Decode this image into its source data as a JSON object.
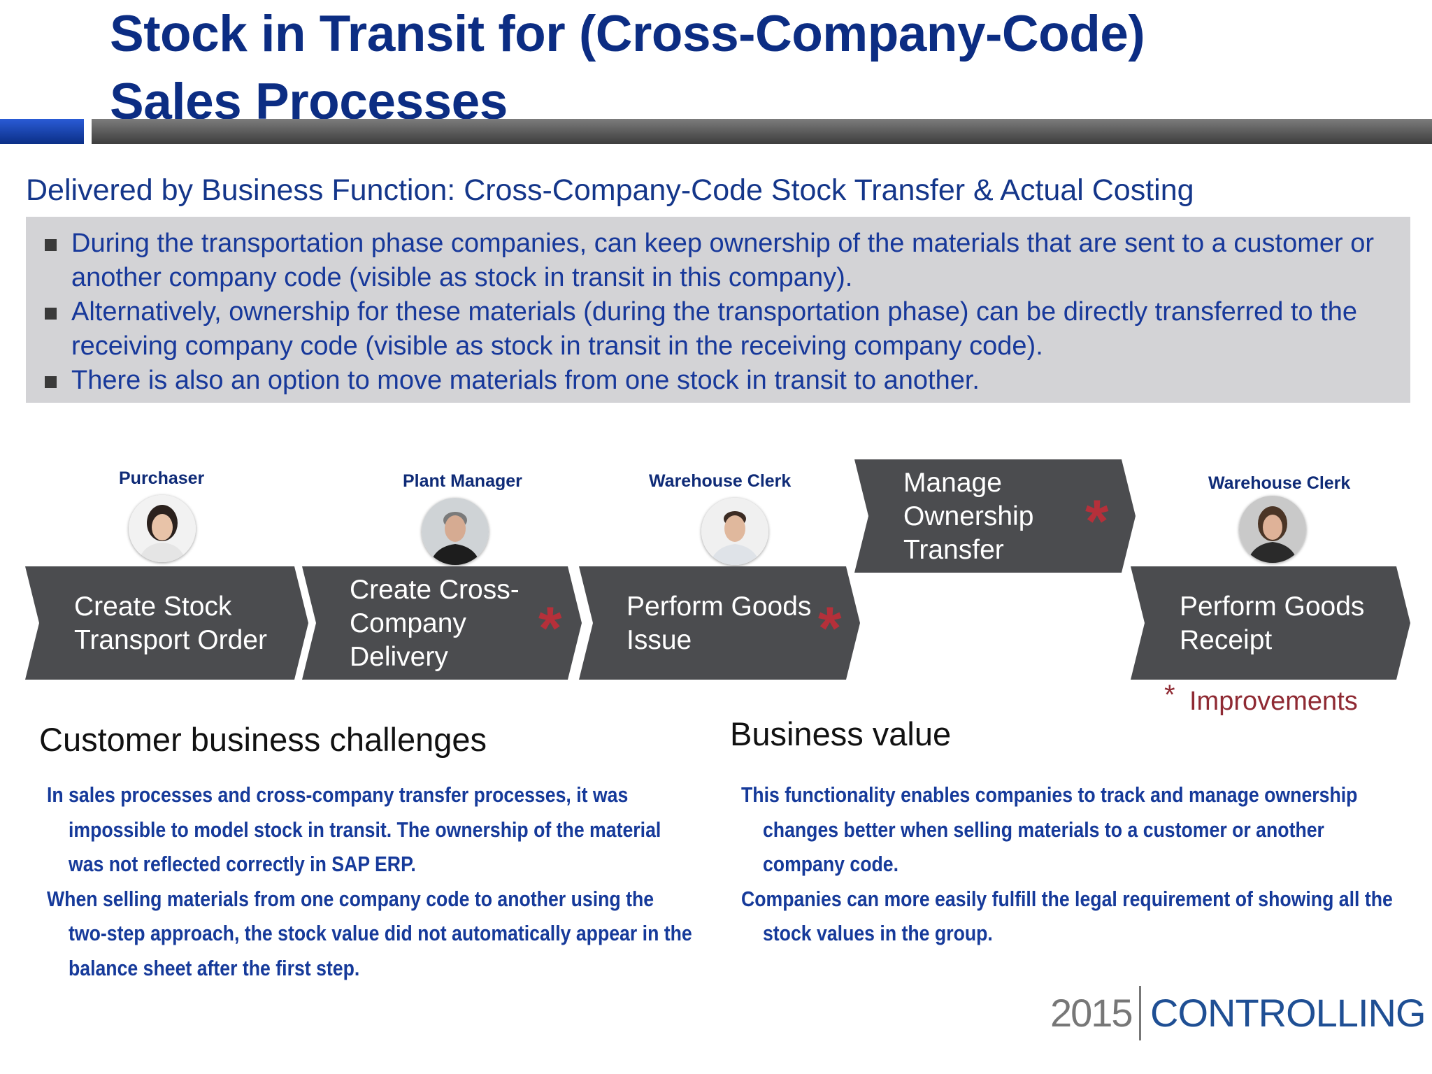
{
  "title": "Stock in Transit  for (Cross-Company-Code) Sales Processes",
  "subtitle": "Delivered by Business Function: Cross-Company-Code Stock Transfer & Actual Costing",
  "bullets": [
    "During the transportation phase companies, can keep ownership of the materials that are sent to a customer or another company code (visible as stock in transit in this company).",
    "Alternatively, ownership for these materials (during the transportation phase) can be directly transferred to the receiving company code (visible as stock in transit in the receiving company code).",
    "There is also an option to move materials from one stock in transit to another."
  ],
  "roles": [
    "Purchaser",
    "Plant Manager",
    "Warehouse Clerk",
    "Warehouse Clerk"
  ],
  "steps": {
    "create_sto": [
      "Create Stock",
      "Transport Order"
    ],
    "create_delivery": [
      "Create Cross-",
      "Company",
      "Delivery"
    ],
    "goods_issue": [
      "Perform Goods",
      "Issue"
    ],
    "ownership": [
      "Manage",
      "Ownership",
      "Transfer"
    ],
    "goods_receipt": [
      "Perform Goods",
      "Receipt"
    ]
  },
  "star": "*",
  "improvements": "Improvements",
  "challenges": {
    "heading": "Customer business challenges",
    "items": [
      "In sales processes and cross-company transfer processes, it was impossible to model stock in transit. The ownership of the material was not reflected correctly in SAP ERP.",
      "When selling materials from one company code to another using the two-step approach, the stock value did not automatically appear in the balance sheet after the first step."
    ]
  },
  "value": {
    "heading": "Business value",
    "items": [
      "This functionality enables companies to track and manage ownership changes better when selling materials to a customer or another company code.",
      "Companies can more easily fulfill the legal requirement of showing all the stock values in the group."
    ]
  },
  "logo": {
    "year": "2015",
    "name": "CONTROLLING"
  },
  "colors": {
    "title": "#0c2d83",
    "text_blue": "#163a9a",
    "chevron": "#4b4c4f",
    "accent_red": "#b5303a",
    "panel": "#d3d3d6"
  }
}
